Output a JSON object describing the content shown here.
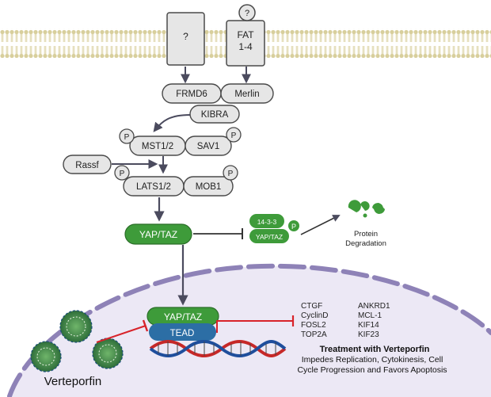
{
  "receptors": {
    "unknown_label": "?",
    "fat_label_line1": "FAT",
    "fat_label_line2": "1-4",
    "fat_ligand_label": "?"
  },
  "nodes": {
    "frmd6": "FRMD6",
    "merlin": "Merlin",
    "kibra": "KIBRA",
    "mst": "MST1/2",
    "sav1": "SAV1",
    "rassf": "Rassf",
    "lats": "LATS1/2",
    "mob1": "MOB1",
    "yaptaz": "YAP/TAZ",
    "complex_1433": "14-3-3",
    "complex_yaptaz": "YAP/TAZ",
    "degradation_line1": "Protein",
    "degradation_line2": "Degradation",
    "nuclear_yaptaz": "YAP/TAZ",
    "tead": "TEAD",
    "verteporfin": "Verteporfin"
  },
  "phospho_label": "P",
  "target_genes": {
    "left": [
      "CTGF",
      "CyclinD",
      "FOSL2",
      "TOP2A"
    ],
    "right": [
      "ANKRD1",
      "MCL-1",
      "KIF14",
      "KIF23"
    ]
  },
  "treatment": {
    "title": "Treatment with Verteporfin",
    "line1": "Impedes Replication, Cytokinesis, Cell",
    "line2": "Cycle Progression and Favors Apoptosis"
  },
  "colors": {
    "membrane": "#d8cf9c",
    "node_fill": "#e6e6e6",
    "node_stroke": "#4a4a4a",
    "yaptaz": "#3e9b3a",
    "tead": "#2c6ea5",
    "nucleus_fill": "#ece8f5",
    "nucleus_border": "#8e82b7",
    "inhibit_red": "#d8232a",
    "dna_red": "#c62828",
    "dna_blue": "#1f4e9c",
    "arrow": "#4b4b5e"
  }
}
